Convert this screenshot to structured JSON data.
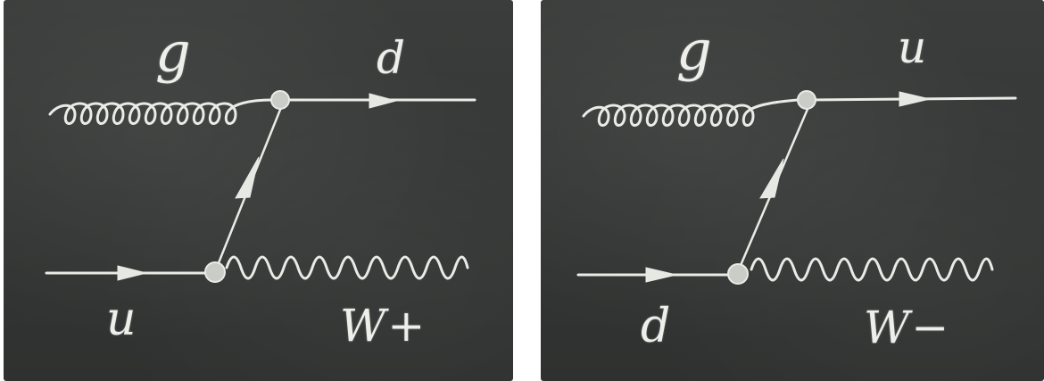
{
  "diagrams": [
    {
      "id": "left",
      "gluon_label": "g",
      "outgoing_quark_label": "d",
      "incoming_quark_label": "u",
      "boson_label": "W+"
    },
    {
      "id": "right",
      "gluon_label": "g",
      "outgoing_quark_label": "u",
      "incoming_quark_label": "d",
      "boson_label": "W−"
    }
  ],
  "colors": {
    "chalkboard": "#363837",
    "chalk": "#e9ebe6"
  }
}
